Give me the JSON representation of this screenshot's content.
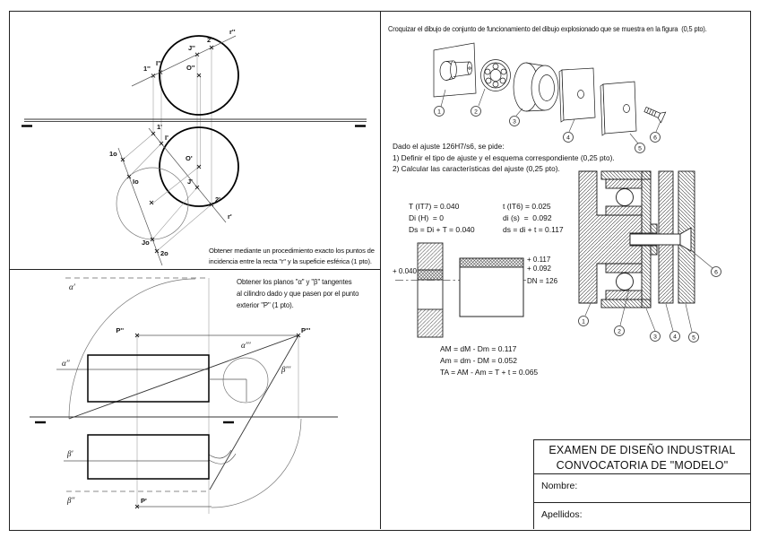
{
  "sphere_panel": {
    "instruction": [
      "Obtener mediante un procedimiento exacto los puntos de",
      "incidencia entre la recta \"r\" y la supeficie esférica (1 pto)."
    ],
    "labels": {
      "r2": "r''",
      "p12": "1''",
      "i2": "I''",
      "j2": "J''",
      "n22": "2''",
      "o2": "O''",
      "p11": "1'",
      "i1": "I'",
      "o1": "O'",
      "j1": "J'",
      "n21": "2'",
      "r1": "r'",
      "p1o": "1o",
      "io": "Io",
      "jo": "Jo",
      "n2o": "2o",
      "x": "x"
    }
  },
  "cylinder_panel": {
    "instruction": [
      "Obtener los planos \"α\" y \"β\" tangentes",
      "al cilindro dado y que pasen por el punto",
      "exterior \"P\" (1 pto)."
    ],
    "labels": {
      "alpha1": "α'",
      "alpha2": "α''",
      "alpha3": "α'''",
      "beta1": "β'",
      "beta2": "β''",
      "beta3": "β'''",
      "P1": "P'",
      "P2": "P''",
      "P3": "P'''"
    }
  },
  "right_panel": {
    "croquizar": "Croquizar el dibujo de conjunto de funcionamiento del dibujo explosionado que se muestra en la figura  (0,5 pto).",
    "ajuste_intro": "Dado el ajuste 126H7/s6, se pide:",
    "ajuste_items": [
      "1) Definir el tipo de ajuste y el esquema correspondiente (0,25 pto).",
      "2) Calcular las características del ajuste (0,25 pto)."
    ],
    "calc_left": [
      "T (IT7) = 0.040",
      "Di (H)  = 0",
      "Ds = Di + T = 0.040"
    ],
    "calc_right": [
      "t (IT6) = 0.025",
      "di (s)  =  0.092",
      "ds = di + t = 0.117"
    ],
    "schema": {
      "hole_dev": "+ 0.040",
      "shaft_top": "+ 0.117",
      "shaft_bottom": "+ 0.092",
      "nominal": "DN = 126"
    },
    "results": [
      "AM = dM - Dm = 0.117",
      "Am = dm - DM = 0.052",
      "TA = AM - Am = T + t = 0.065"
    ],
    "exploded_callouts": [
      "1",
      "2",
      "3",
      "4",
      "5",
      "6"
    ],
    "section_callouts": [
      "1",
      "2",
      "3",
      "4",
      "5",
      "6"
    ]
  },
  "title_block": {
    "line1": "EXAMEN DE DISEÑO INDUSTRIAL",
    "line2": "CONVOCATORIA DE \"MODELO\"",
    "name_label": "Nombre:",
    "surname_label": "Apellidos:"
  }
}
